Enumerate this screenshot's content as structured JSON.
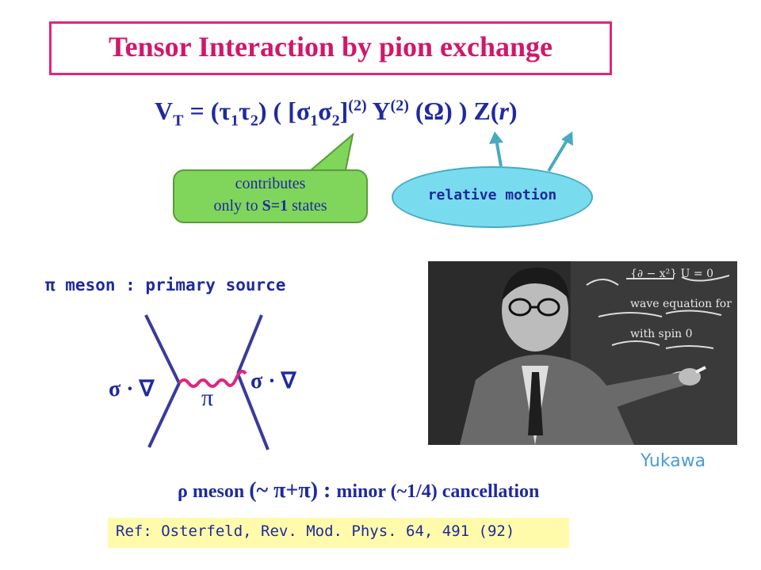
{
  "slide": {
    "title": "Tensor Interaction by pion exchange",
    "formula": {
      "V": "V",
      "T": "T",
      "eq": " = (",
      "tau": "τ",
      "one": "1",
      "two": "2",
      "mid": ") ( [",
      "sigma": "σ",
      "close": "]",
      "sup2": "(2)",
      "Y": " Y",
      "omega_open": " (",
      "omega": "Ω",
      "tail": ") ) Z(",
      "r": "r",
      "end": ")"
    },
    "callout_spin": {
      "line1": "contributes",
      "line2_a": "only to ",
      "line2_b": "S=1",
      "line2_c": " states"
    },
    "callout_motion": "relative motion",
    "pi_line": "π meson : primary source",
    "diagram": {
      "left_vertex": "σ · ∇",
      "right_vertex": "σ · ∇",
      "exchange": "π",
      "colors": {
        "nucleon_line": "#3a3a9c",
        "pion_line": "#e0267a"
      }
    },
    "photo": {
      "chalk_text": [
        "{∂ − x²} U = 0",
        "wave equation for",
        "with spin 0"
      ]
    },
    "caption": "Yukawa",
    "rho_line": {
      "a": "ρ meson ",
      "b": "(~ π+π) : ",
      "c": "minor (~1/4) cancellation"
    },
    "reference": "Ref: Osterfeld, Rev. Mod. Phys. 64, 491 (92)",
    "colors": {
      "title": "#d0186a",
      "text": "#1f2a9e",
      "green": "#7fd65a",
      "cyan": "#78dcee",
      "ref_bg": "#fffbaa",
      "caption": "#4a9bd6"
    }
  }
}
